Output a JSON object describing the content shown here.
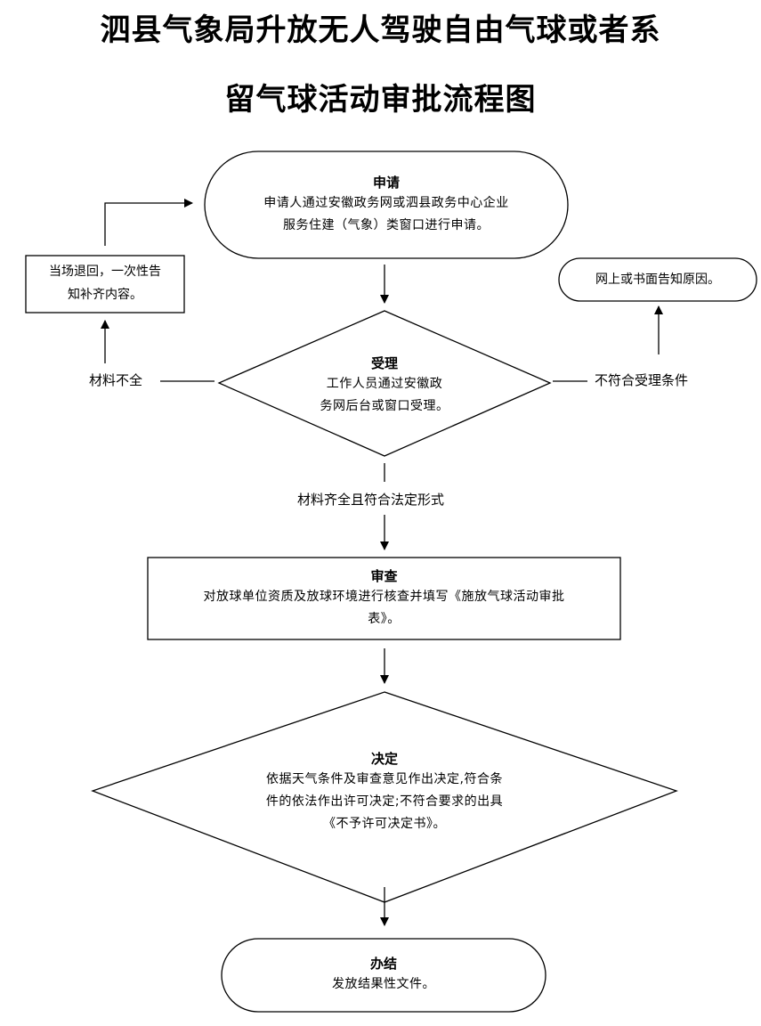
{
  "title_line1": "泗县气象局升放无人驾驶自由气球或者系",
  "title_line2": "留气球活动审批流程图",
  "nodes": {
    "apply": {
      "head": "申请",
      "body": [
        "申请人通过安徽政务网或泗县政务中心企业",
        "服务住建（气象）类窗口进行申请。"
      ]
    },
    "accept": {
      "head": "受理",
      "body": [
        "工作人员通过安徽政",
        "务网后台或窗口受理。"
      ]
    },
    "review": {
      "head": "审查",
      "body": [
        "对放球单位资质及放球环境进行核查并填写《施放气球活动审批",
        "表》。"
      ]
    },
    "decision": {
      "head": "决定",
      "body": [
        "依据天气条件及审查意见作出决定,符合条",
        "件的依法作出许可决定;不符合要求的出具",
        "《不予许可决定书》。"
      ]
    },
    "finish": {
      "head": "办结",
      "body": [
        "发放结果性文件。"
      ]
    }
  },
  "side": {
    "return_box": [
      "当场退回，一次性告",
      "知补齐内容。"
    ],
    "reason_box": [
      "网上或书面告知原因。"
    ]
  },
  "labels": {
    "incomplete": "材料不全",
    "not_qualified": "不符合受理条件",
    "complete": "材料齐全且符合法定形式"
  }
}
